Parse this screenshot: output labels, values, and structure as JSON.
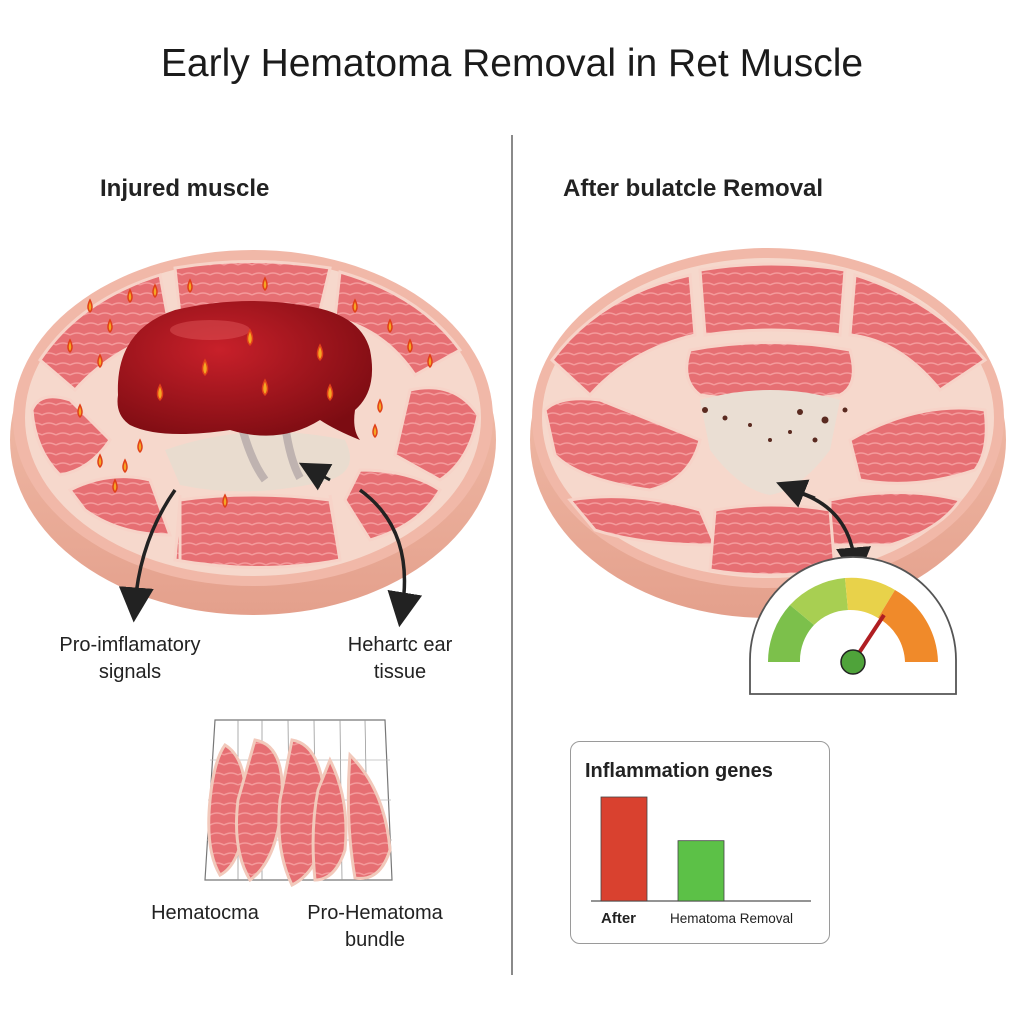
{
  "title": "Early Hematoma Removal in Ret Muscle",
  "left": {
    "heading": "Injured muscle",
    "label_signals": [
      "Pro-imflamatory",
      "signals"
    ],
    "label_scar": [
      "Hehartc ear",
      "tissue"
    ],
    "label_hematoma": "Hematocma",
    "label_bundle": [
      "Pro-Hematoma",
      "bundle"
    ]
  },
  "right": {
    "heading": "After bulatcle Removal"
  },
  "chart_data": {
    "type": "bar",
    "title": "Inflammation genes",
    "categories": [
      "After",
      "Hematoma Removal"
    ],
    "values": [
      100,
      58
    ],
    "colors": [
      "#d9412f",
      "#5cc147"
    ]
  },
  "colors": {
    "muscle": "#e8767a",
    "hematoma": "#a3141c",
    "inflammation": "#f5a623",
    "gauge_needle": "#b01e22"
  },
  "gauge": {
    "level_percent": 72
  }
}
